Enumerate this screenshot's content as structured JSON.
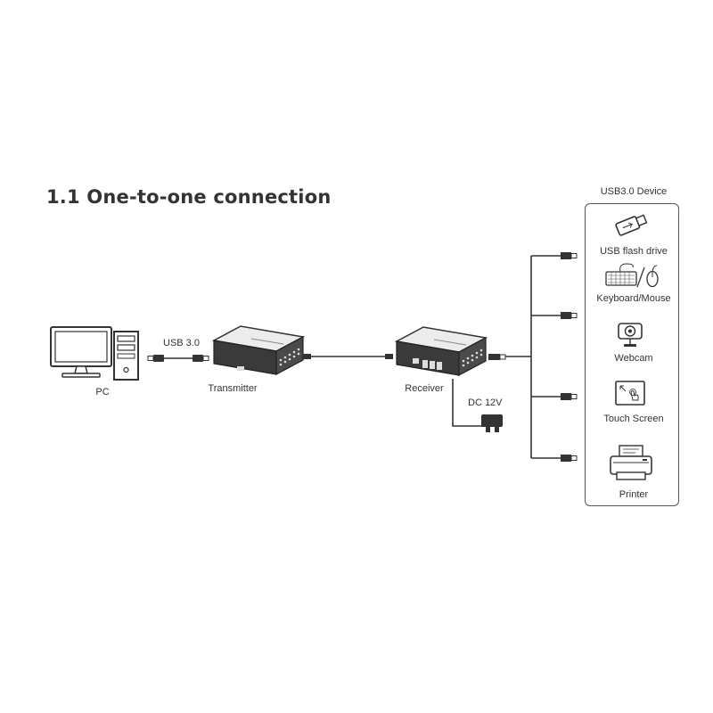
{
  "heading": "1.1 One-to-one connection",
  "labels": {
    "pc": "PC",
    "usb_cable": "USB 3.0",
    "transmitter": "Transmitter",
    "receiver": "Receiver",
    "power": "DC 12V",
    "device_group": "USB3.0 Device"
  },
  "devices": [
    {
      "label": "USB flash drive",
      "icon": "usb-flash-drive-icon"
    },
    {
      "label": "Keyboard/Mouse",
      "icon": "keyboard-mouse-icon"
    },
    {
      "label": "Webcam",
      "icon": "webcam-icon"
    },
    {
      "label": "Touch Screen",
      "icon": "touch-screen-icon"
    },
    {
      "label": "Printer",
      "icon": "printer-icon"
    }
  ],
  "colors": {
    "line": "#333333",
    "device_body": "#3a3a3a",
    "device_top": "#ededed",
    "panel_border": "#555555"
  }
}
